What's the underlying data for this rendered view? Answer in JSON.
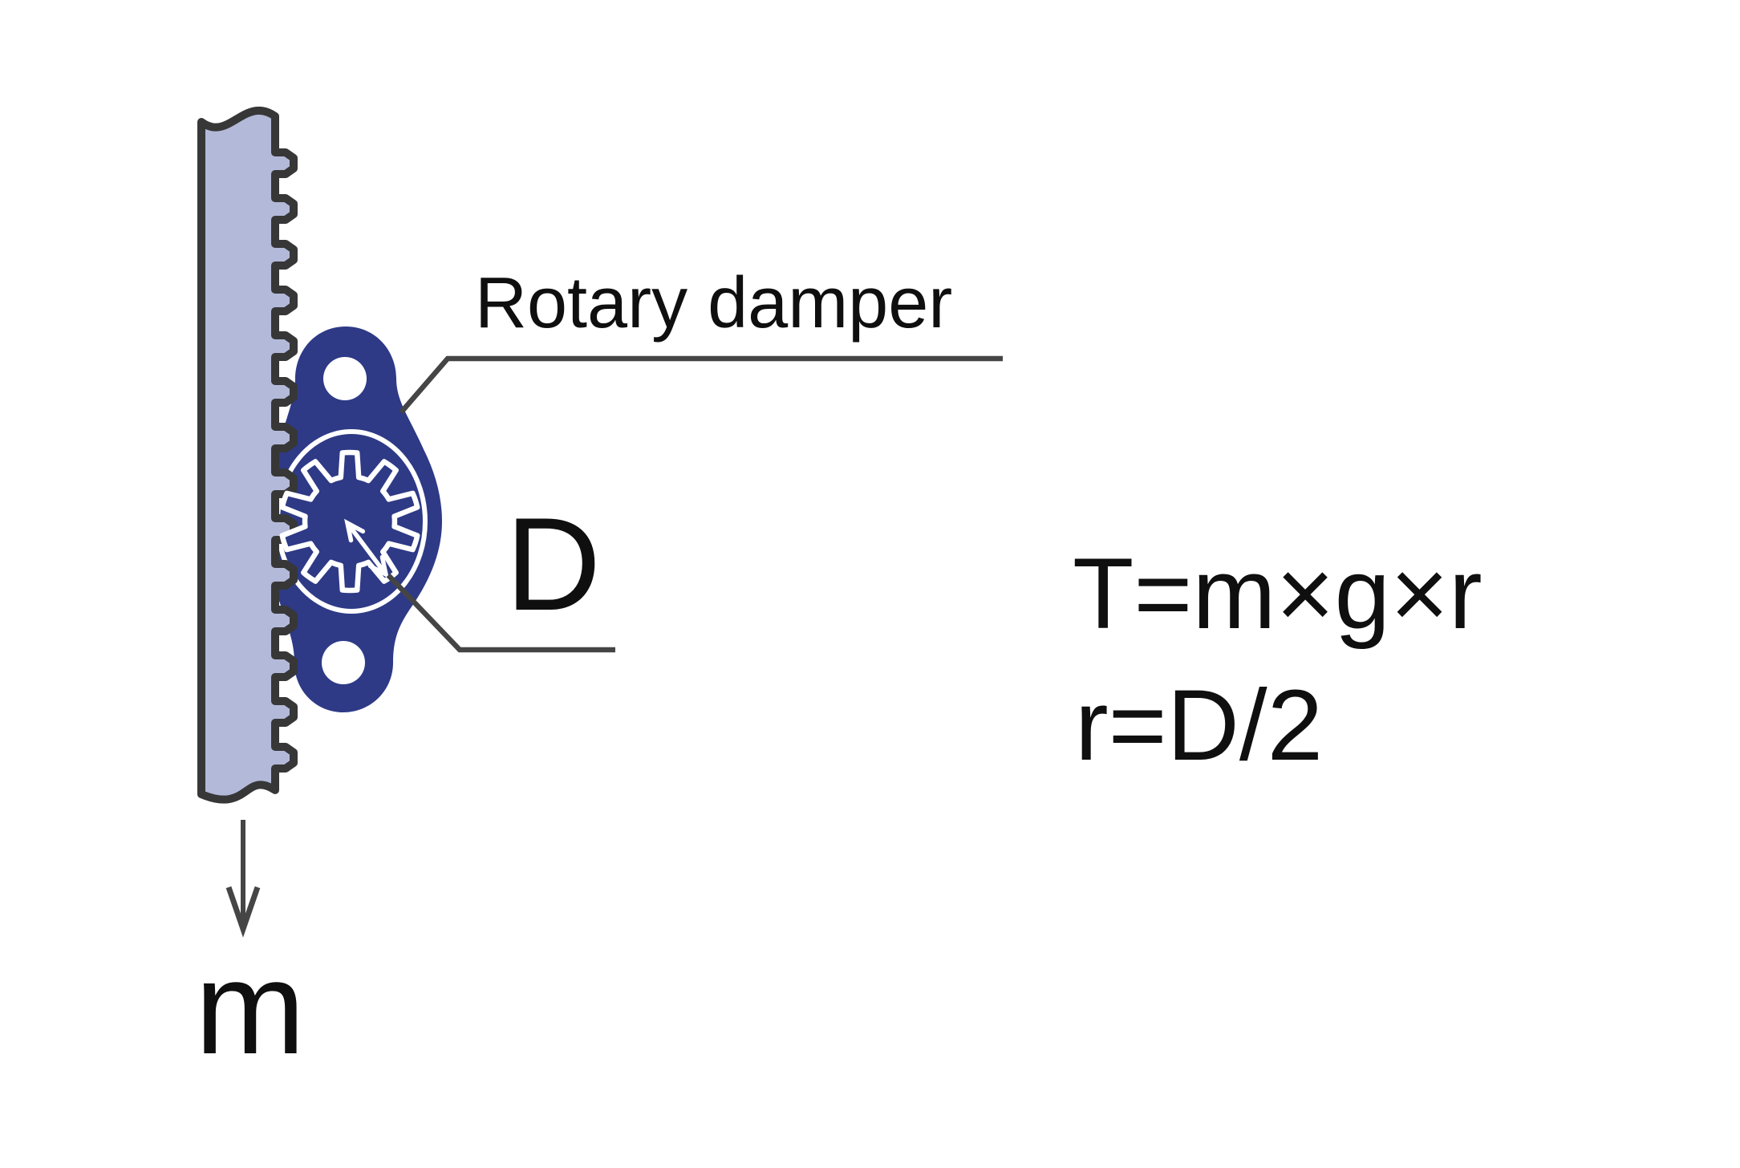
{
  "labels": {
    "damper": "Rotary damper",
    "diameter": "D",
    "mass": "m"
  },
  "formulas": {
    "torque": "T=m×g×r",
    "radius": "r=D/2"
  },
  "colors": {
    "damper_body": "#2e3a86",
    "rack_fill": "#b3b9d8",
    "rack_outline": "#373737",
    "leader": "#454545",
    "gear_outline": "#ffffff",
    "arrow_white": "#ffffff",
    "text": "#0f0f0f",
    "background": "#ffffff"
  }
}
